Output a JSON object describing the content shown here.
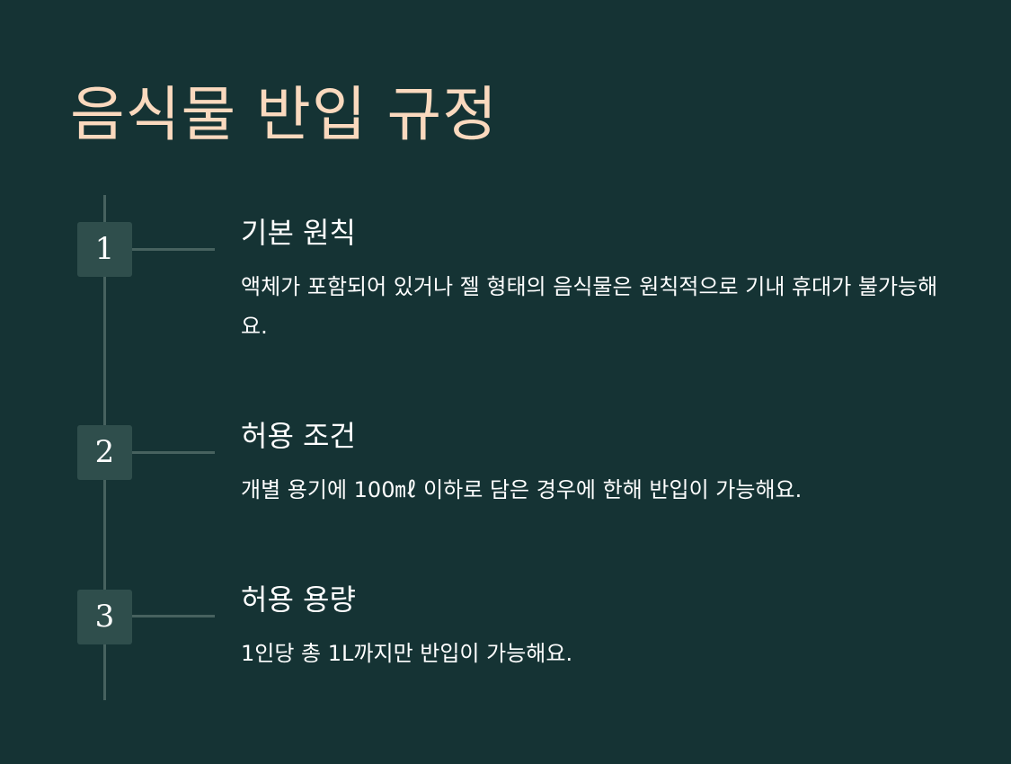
{
  "page": {
    "title": "음식물 반입 규정"
  },
  "steps": [
    {
      "number": "1",
      "title": "기본 원칙",
      "description": "액체가 포함되어 있거나 젤 형태의 음식물은 원칙적으로 기내 휴대가 불가능해요."
    },
    {
      "number": "2",
      "title": "허용 조건",
      "description": "개별 용기에 100㎖ 이하로 담은 경우에 한해 반입이 가능해요."
    },
    {
      "number": "3",
      "title": "허용 용량",
      "description": "1인당 총 1L까지만 반입이 가능해요."
    }
  ],
  "colors": {
    "background": "#153334",
    "title": "#FAD9BE",
    "timeline": "#47625F",
    "badge": "#2F4E4C",
    "text": "#FFFFFF"
  }
}
